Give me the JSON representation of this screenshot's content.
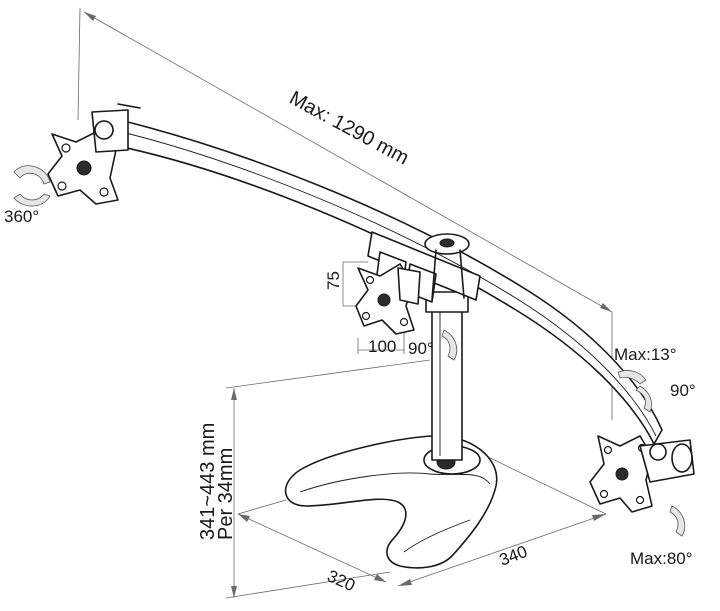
{
  "labels": {
    "max_span": "Max: 1290 mm",
    "rotation": "360°",
    "vesa_height": "75",
    "vesa_width": "100",
    "swivel_center": "90°",
    "tilt_up": "Max:13°",
    "swivel_side": "90°",
    "tilt_down": "Max:80°",
    "height_range": "341~443 mm",
    "height_step": "Per 34mm",
    "base_depth": "320",
    "base_width": "340"
  },
  "icons": [
    "vesa-plate-icon",
    "crossbar-icon",
    "pole-icon",
    "base-icon",
    "rotation-arrow-icon"
  ]
}
